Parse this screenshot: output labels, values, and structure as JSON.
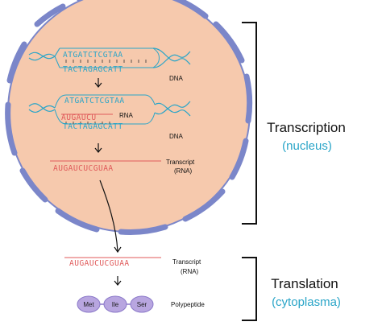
{
  "colors": {
    "cytoplasm_fill": "#f6c9ad",
    "membrane": "#7b86c9",
    "dna_strand": "#2aa5c8",
    "rna_strand": "#e05a5a",
    "protein": "#b8a6e0"
  },
  "dna": {
    "top_strand": "ATGATCTCGTAA",
    "bottom_strand": "TACTAGAGCATT",
    "label": "DNA"
  },
  "transcribing": {
    "top_strand": "ATGATCTCGTAA",
    "rna_partial": "AUGAUCU",
    "bottom_strand": "TACTAGAGCATT",
    "rna_label": "RNA",
    "dna_label": "DNA"
  },
  "transcript_nucleus": {
    "sequence": "AUGAUCUCGUAA",
    "label_line1": "Transcript",
    "label_line2": "(RNA)"
  },
  "transcript_cytoplasm": {
    "sequence": "AUGAUCUCGUAA",
    "label_line1": "Transcript",
    "label_line2": "(RNA)"
  },
  "polypeptide": {
    "amino_acids": [
      "Met",
      "Ile",
      "Ser"
    ],
    "label": "Polypeptide"
  },
  "stages": {
    "transcription_title": "Transcription",
    "transcription_location": "(nucleus)",
    "translation_title": "Translation",
    "translation_location": "(cytoplasma)"
  }
}
